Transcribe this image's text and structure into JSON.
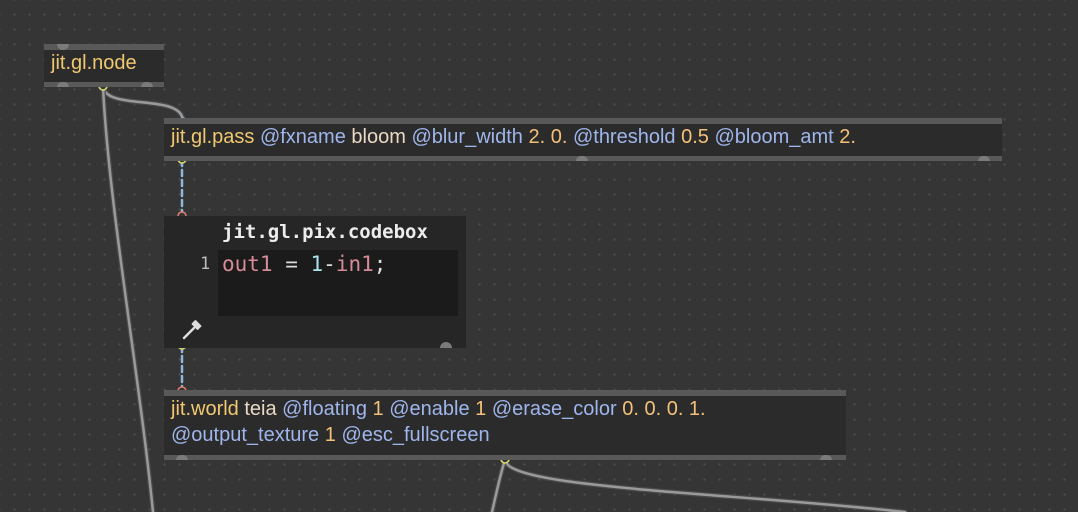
{
  "patcher": {
    "node": {
      "class": "jit.gl.node"
    },
    "pass": {
      "class": "jit.gl.pass",
      "args": [
        {
          "kind": "attr",
          "text": "@fxname"
        },
        {
          "kind": "val",
          "text": "bloom"
        },
        {
          "kind": "attr",
          "text": "@blur_width"
        },
        {
          "kind": "num",
          "text": "2. 0."
        },
        {
          "kind": "attr",
          "text": "@threshold"
        },
        {
          "kind": "num",
          "text": "0.5"
        },
        {
          "kind": "attr",
          "text": "@bloom_amt"
        },
        {
          "kind": "num",
          "text": "2."
        }
      ]
    },
    "codebox": {
      "title": "jit.gl.pix.codebox",
      "line_number": "1",
      "code": {
        "var": "out1",
        "op1": " = ",
        "num": "1",
        "op2": "-",
        "input": "in1",
        "end": ";"
      }
    },
    "world": {
      "class": "jit.world",
      "name": "teia",
      "line1": [
        {
          "kind": "attr",
          "text": "@floating"
        },
        {
          "kind": "num",
          "text": "1"
        },
        {
          "kind": "attr",
          "text": "@enable"
        },
        {
          "kind": "num",
          "text": "1"
        },
        {
          "kind": "attr",
          "text": "@erase_color"
        },
        {
          "kind": "num",
          "text": "0. 0. 0. 1."
        }
      ],
      "line2": [
        {
          "kind": "attr",
          "text": "@output_texture"
        },
        {
          "kind": "num",
          "text": "1"
        },
        {
          "kind": "attr",
          "text": "@esc_fullscreen"
        }
      ]
    }
  },
  "colors": {
    "background": "#353535",
    "class_name": "#f0c871",
    "attribute": "#9fb6ec",
    "number": "#f4c07a",
    "patch_cord": "#8e8e8e",
    "texture_cord": "#8fb6dc"
  }
}
